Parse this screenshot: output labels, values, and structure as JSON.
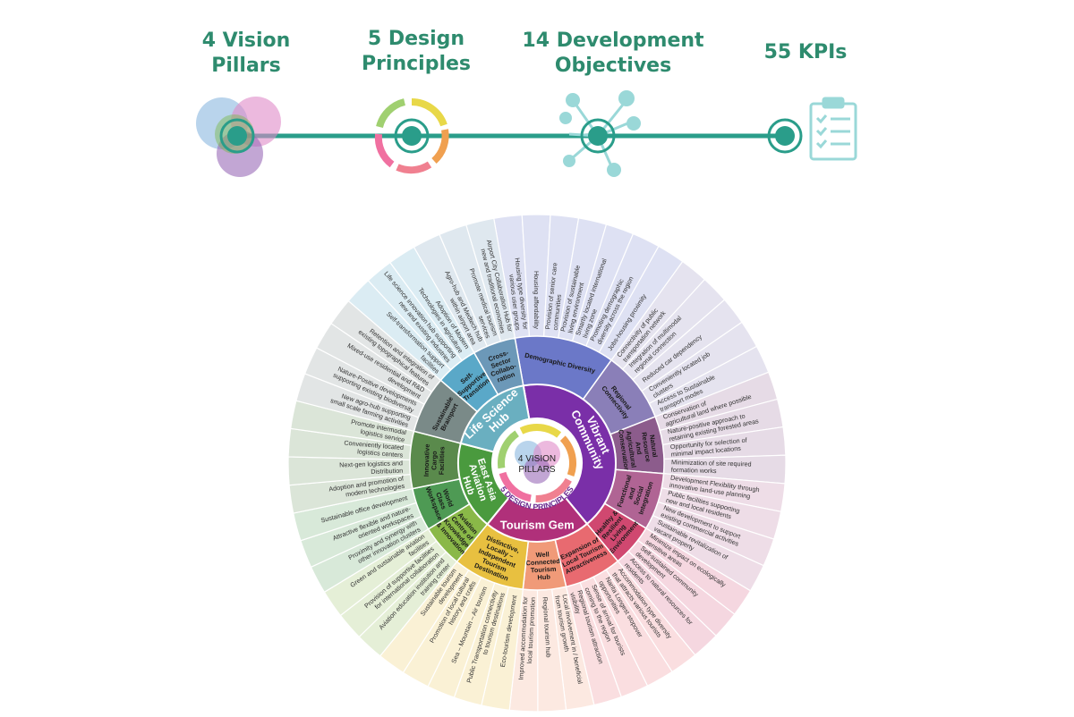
{
  "header": {
    "items": [
      {
        "line1": "4 Vision",
        "line2": "Pillars"
      },
      {
        "line1": "5 Design",
        "line2": "Principles"
      },
      {
        "line1": "14 Development",
        "line2": "Objectives"
      },
      {
        "line1": "55 KPIs",
        "line2": ""
      }
    ]
  },
  "wheel": {
    "center": {
      "line1": "4 VISION",
      "line2": "PILLARS",
      "ring_label": "5 DESIGN PRINCIPLES"
    },
    "pillars": [
      {
        "name": "Vibrant Community",
        "lines": [
          "Vibrant",
          "Community"
        ],
        "color": "#7a2fa8"
      },
      {
        "name": "Tourism Gem",
        "lines": [
          "Tourism Gem"
        ],
        "color": "#b0307a"
      },
      {
        "name": "East Asia Aviation Hub",
        "lines": [
          "East Asia",
          "Aviation",
          "Hub"
        ],
        "color": "#4a9a3e"
      },
      {
        "name": "Life Science Hub",
        "lines": [
          "Life Science",
          "Hub"
        ],
        "color": "#6aafc0"
      }
    ],
    "objectives": [
      {
        "lines": [
          "Demographic Diversity"
        ],
        "color": "#6b78c8"
      },
      {
        "lines": [
          "Regional",
          "Connectivity"
        ],
        "color": "#8a7fb8"
      },
      {
        "lines": [
          "Natural",
          "Resource",
          "And",
          "Agricultural",
          "Conservation"
        ],
        "color": "#8c5c8c"
      },
      {
        "lines": [
          "Functional",
          "and",
          "Social",
          "Integration"
        ],
        "color": "#b06494"
      },
      {
        "lines": [
          "Healthy &",
          "Resilient",
          "Living",
          "Environment"
        ],
        "color": "#d04870"
      },
      {
        "lines": [
          "Expansion of",
          "Local Tourism",
          "Attractiveness"
        ],
        "color": "#e86a70"
      },
      {
        "lines": [
          "Well",
          "Connected",
          "Tourism",
          "Hub"
        ],
        "color": "#f09a78"
      },
      {
        "lines": [
          "Distinctive,",
          "Locally –",
          "Independent",
          "Tourism",
          "Destination"
        ],
        "color": "#e8c040"
      },
      {
        "lines": [
          "Aviation",
          "Centre of",
          "Knowledge",
          "& Innovation"
        ],
        "color": "#8ab848"
      },
      {
        "lines": [
          "World",
          "Class",
          "Workspace"
        ],
        "color": "#4e9a54"
      },
      {
        "lines": [
          "Innovative",
          "Cargo",
          "Facilities"
        ],
        "color": "#5a8a4c"
      },
      {
        "lines": [
          "Sustainable",
          "Brainport"
        ],
        "color": "#7a8a88"
      },
      {
        "lines": [
          "Self-",
          "Supportive",
          "Transition"
        ],
        "color": "#5aa8c8"
      },
      {
        "lines": [
          "Cross-",
          "Sector",
          "Collabo-",
          "ration"
        ],
        "color": "#6c98b8"
      }
    ],
    "kpis": [
      {
        "text": "Housing type diversity for|various user groups",
        "obj": 0
      },
      {
        "text": "Housing affordability",
        "obj": 0
      },
      {
        "text": "Provision of senior care|communities",
        "obj": 0
      },
      {
        "text": "Provision of sustainable|living environment",
        "obj": 0
      },
      {
        "text": "Smartly located international|living zone",
        "obj": 0
      },
      {
        "text": "Promoting demographic|diversity across the region",
        "obj": 0
      },
      {
        "text": "Jobs-housing proximity",
        "obj": 0
      },
      {
        "text": "Connectivity of public|transportation network",
        "obj": 1
      },
      {
        "text": "Integration of multimodal|regional connection",
        "obj": 1
      },
      {
        "text": "Reduced car dependency",
        "obj": 1
      },
      {
        "text": "Conveniently located job|clusters",
        "obj": 1
      },
      {
        "text": "Access to Sustainable|transport modes",
        "obj": 1
      },
      {
        "text": "Conservation of|agricultural land where possible",
        "obj": 2
      },
      {
        "text": "Nature-positive approach to|retaining existing forested areas",
        "obj": 2
      },
      {
        "text": "Opportunity for selection of|minimal impact locations",
        "obj": 2
      },
      {
        "text": "Minimization of site required|formation works",
        "obj": 2
      },
      {
        "text": "Development Flexibility through|innovative land-use planning",
        "obj": 3
      },
      {
        "text": "Public facilities supporting|new and local residents",
        "obj": 3
      },
      {
        "text": "New development to support|existing commercial activities",
        "obj": 3
      },
      {
        "text": "Sustainable revitalization of|vacant property",
        "obj": 3
      },
      {
        "text": "Minimize impact on ecologically|sensitive areas",
        "obj": 4
      },
      {
        "text": "Self-sustained community|development",
        "obj": 4
      },
      {
        "text": "Access to natural resources for|residents",
        "obj": 4
      },
      {
        "text": "Accommodation type diversity|that attracts various tourists",
        "obj": 5
      },
      {
        "text": "Narita Longest stopover|opportunities",
        "obj": 5
      },
      {
        "text": "Sense of arrival for tourists|coming to the region",
        "obj": 5
      },
      {
        "text": "Regional tourism attraction|visibility",
        "obj": 5
      },
      {
        "text": "Local involvement in / beneficial|from tourism growth",
        "obj": 6
      },
      {
        "text": "Regional tourism hub",
        "obj": 6
      },
      {
        "text": "Improved accommodation for|local tourism promotion",
        "obj": 6
      },
      {
        "text": "Eco-tourism development",
        "obj": 7
      },
      {
        "text": "Public Transportation connectivity|to tourism destinations",
        "obj": 7
      },
      {
        "text": "Sea – Mountain – Air tourism",
        "obj": 7
      },
      {
        "text": "Promotion of local cultural|history and crafts",
        "obj": 7
      },
      {
        "text": "Sustainable tourism|development",
        "obj": 7
      },
      {
        "text": "Aviation education institution and|training center",
        "obj": 8
      },
      {
        "text": "Provision of supportive facilities|for international collaboration",
        "obj": 8
      },
      {
        "text": "Green and sustainable aviation|facilities",
        "obj": 8
      },
      {
        "text": "Proximity and synergy with|other innovation clusters",
        "obj": 9
      },
      {
        "text": "Attractive flexible and nature-|oriented workspaces",
        "obj": 9
      },
      {
        "text": "Sustainable office development",
        "obj": 9
      },
      {
        "text": "Adoption and promotion of|modern technologies",
        "obj": 10
      },
      {
        "text": "Next-gen logistics and|Distribution",
        "obj": 10
      },
      {
        "text": "Conveniently located|logistics centers",
        "obj": 10
      },
      {
        "text": "Promote intermodal|logistics service",
        "obj": 10
      },
      {
        "text": "New agro-hub supporting|small scale farming activities",
        "obj": 11
      },
      {
        "text": "Nature-Positive developments|supporting existing biodiversity",
        "obj": 11
      },
      {
        "text": "Mixed-use residential and R&D|development",
        "obj": 11
      },
      {
        "text": "Retention and integration of|existing topographical features",
        "obj": 11
      },
      {
        "text": "Self-transformation support|facilities",
        "obj": 12
      },
      {
        "text": "Life science innovation hub supporting|new and existing industries",
        "obj": 12
      },
      {
        "text": "Adoption of Modern|Technologies in agriculture",
        "obj": 12
      },
      {
        "text": "Agro-hub and Medtech hub|within airport area",
        "obj": 13
      },
      {
        "text": "Promote medical tourism|services",
        "obj": 13
      },
      {
        "text": "Airport City Collaboration Hub for|new and traditional economies",
        "obj": 13
      }
    ]
  },
  "colors": {
    "teal": "#2a9d8a",
    "teal_dark": "#1f7f70",
    "header_text": "#2e8b6e"
  }
}
